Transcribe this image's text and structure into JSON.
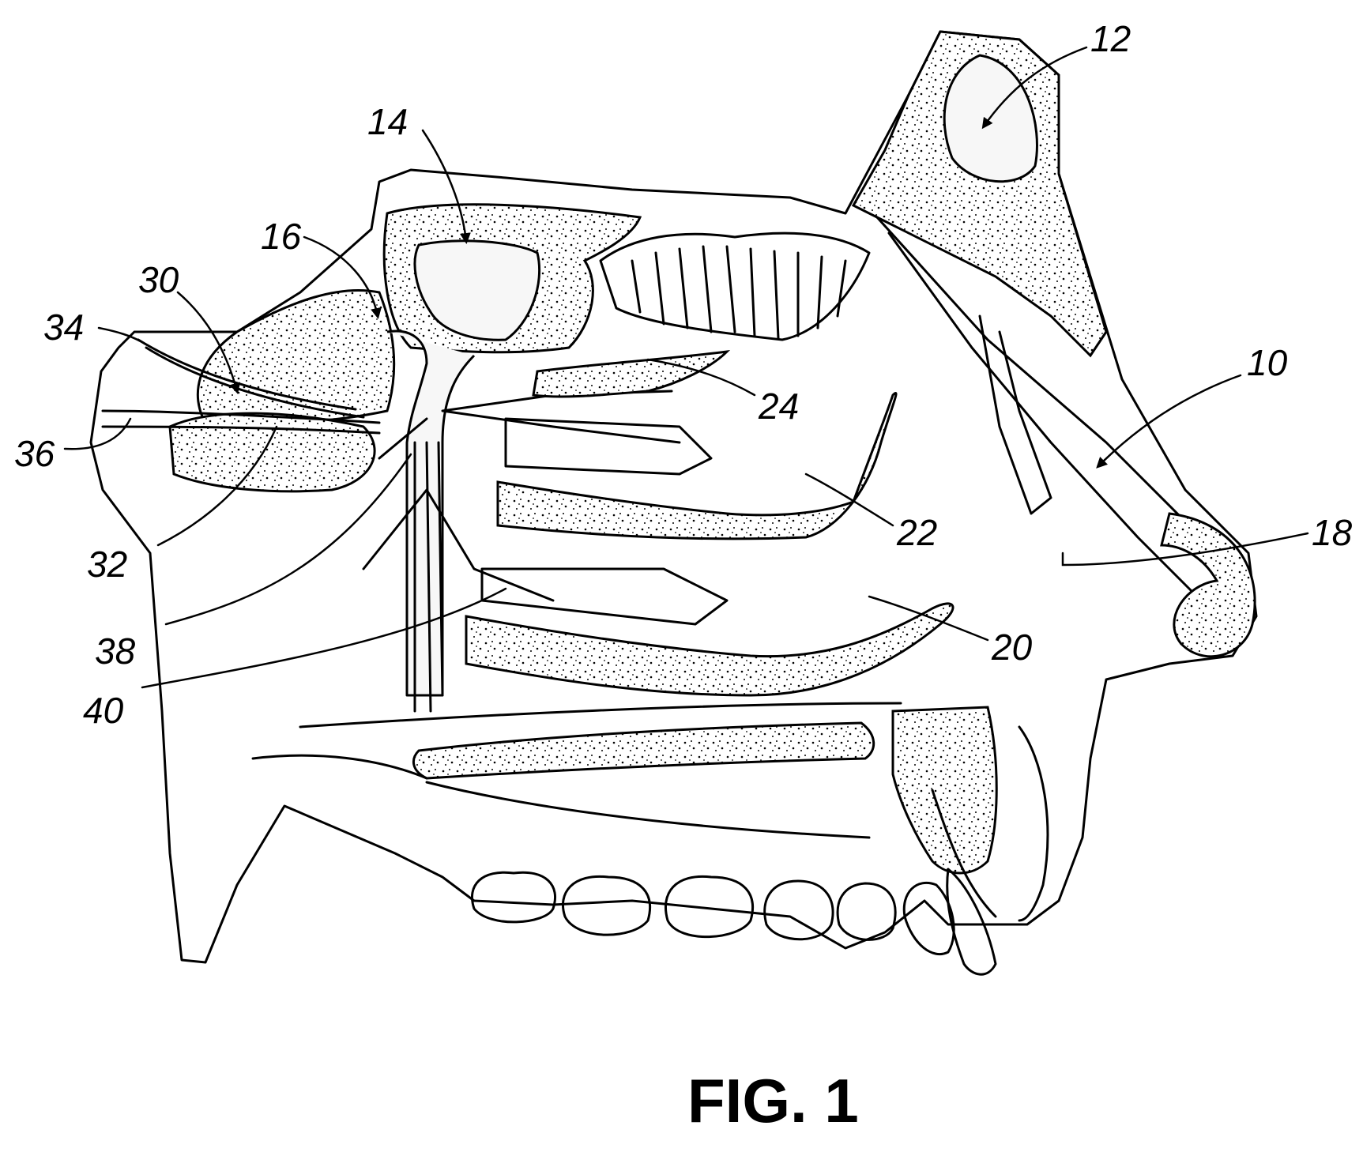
{
  "figure": {
    "caption": "FIG. 1",
    "labels": [
      "10",
      "12",
      "14",
      "16",
      "18",
      "20",
      "22",
      "24",
      "30",
      "32",
      "34",
      "36",
      "38",
      "40"
    ]
  }
}
